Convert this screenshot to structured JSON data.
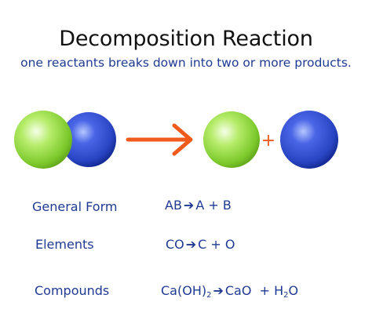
{
  "title": "Decomposition Reaction",
  "subtitle": "one reactants breaks down into two or more products.",
  "colors": {
    "text_blue": "#1f3a93",
    "arrow_orange": "#f05a1c",
    "green_ball": "#8fd63a",
    "blue_ball": "#2a48c8"
  },
  "icons": {
    "reactant_molecule": "green-blue-diatomic-molecule",
    "reaction_arrow": "right-arrow",
    "product_a": "green-sphere",
    "plus": "plus-sign",
    "product_b": "blue-sphere"
  },
  "diagram": {
    "plus": "+"
  },
  "rows": [
    {
      "label": "General Form",
      "lhs": "AB",
      "rhs": "A + B"
    },
    {
      "label": "Elements",
      "lhs": "CO",
      "rhs": "C + O"
    },
    {
      "label": "Compounds",
      "lhs": "Ca(OH)",
      "lhs_sub": "2",
      "rhs_a": "CaO  + H",
      "rhs_sub": "2",
      "rhs_b": "O"
    }
  ],
  "arrow_glyph": "➔"
}
